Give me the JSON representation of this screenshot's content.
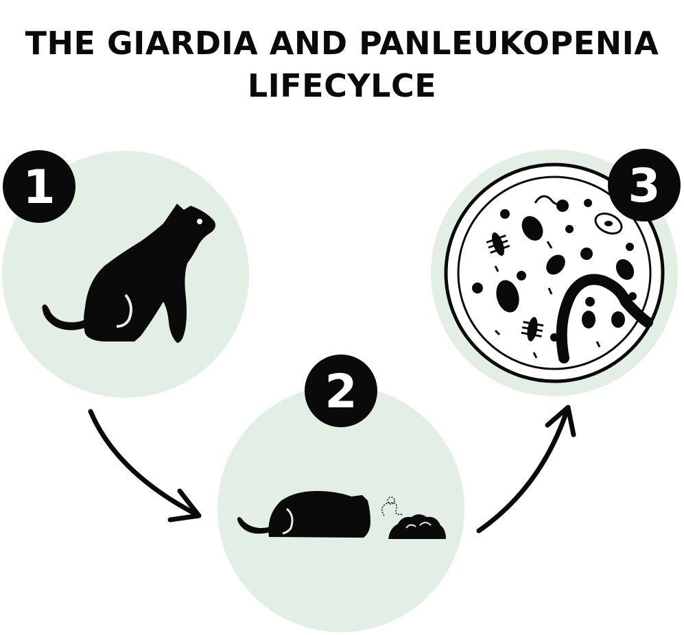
{
  "title": {
    "line1": "THE GIARDIA AND PANLEUKOPENIA",
    "line2": "LIFECYLCE"
  },
  "steps": [
    {
      "number": "1",
      "icon": "sitting-cat-icon"
    },
    {
      "number": "2",
      "icon": "cat-eating-icon"
    },
    {
      "number": "3",
      "icon": "petri-dish-microbes-icon"
    }
  ],
  "colors": {
    "circle_fill": "#e3eee5",
    "ink": "#0a0a0a",
    "badge_text": "#ffffff",
    "background": "#ffffff"
  }
}
